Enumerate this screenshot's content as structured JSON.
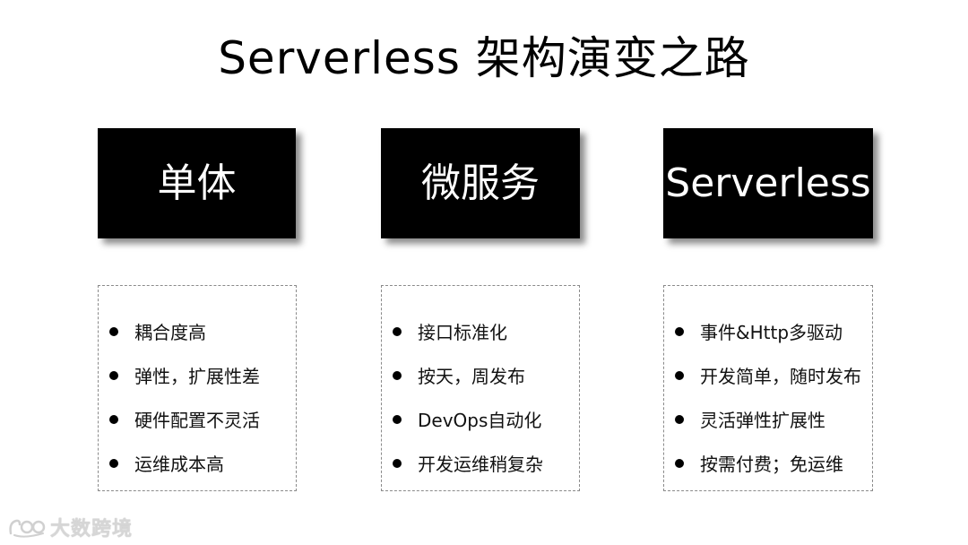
{
  "title": "Serverless 架构演变之路",
  "columns": [
    {
      "heading": "单体",
      "items": [
        "耦合度高",
        "弹性，扩展性差",
        "硬件配置不灵活",
        "运维成本高"
      ]
    },
    {
      "heading": "微服务",
      "items": [
        "接口标准化",
        "按天，周发布",
        "DevOps自动化",
        "开发运维稍复杂"
      ]
    },
    {
      "heading": "Serverless",
      "items": [
        "事件&Http多驱动",
        "开发简单，随时发布",
        "灵活弹性扩展性",
        "按需付费；免运维"
      ]
    }
  ],
  "watermark": {
    "text": "大数跨境"
  },
  "colors": {
    "box_bg": "#000000",
    "box_text": "#ffffff",
    "list_border": "#8a8a8a",
    "watermark": "#d6d6d6"
  }
}
